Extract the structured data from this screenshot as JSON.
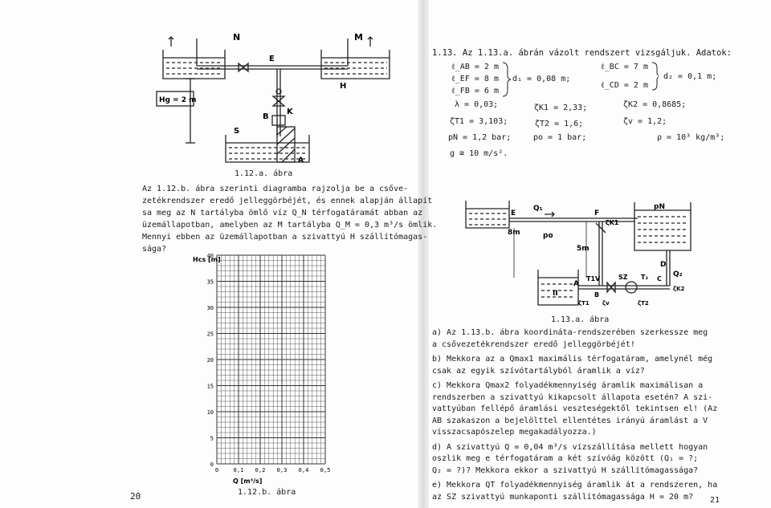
{
  "left": {
    "fig_a": {
      "labels": {
        "N": "N",
        "M": "M",
        "E": "E",
        "K": "K",
        "B": "B",
        "S": "S",
        "A": "A",
        "H": "H",
        "hg": "Hg = 2 m"
      },
      "caption": "1.12.a. ábra"
    },
    "problem": {
      "lines": [
        "Az 1.12.b. ábra szerinti diagramba rajzolja be a csőve-",
        "zetékrendszer eredő jelleggörbéjét, és ennek alapján állapít",
        "sa meg az N tartályba ömlő víz Q_N térfogatáramát abban az",
        "üzemállapotban, amelyben az M tartályba Q_M = 0,3 m³/s ömlik.",
        "Mennyi ebben az üzemállapotban a szivattyú H szállítómagas-",
        "sága?"
      ]
    },
    "chart": {
      "ylabel": "Hcs [m]",
      "xlabel": "Q [m³/s]",
      "yticks": [
        "40",
        "35",
        "30",
        "25",
        "20",
        "15",
        "10",
        "5",
        "0"
      ],
      "xticks": [
        "0",
        "0,1",
        "0,2",
        "0,3",
        "0,4",
        "0,5"
      ],
      "caption": "1.12.b. ábra"
    },
    "page_number": "20"
  },
  "right": {
    "header": "1.13.  Az 1.13.a. ábrán vázolt rendszert vizsgáljuk. Adatok:",
    "data": {
      "l_ab": "ℓ_AB = 2 m",
      "l_ef": "ℓ_EF = 8 m",
      "l_fb": "ℓ_FB = 6 m",
      "d1": "d₁ = 0,08 m;",
      "l_bc": "ℓ_BC = 7 m",
      "l_cd": "ℓ_CD = 2 m",
      "d2": "d₂ = 0,1 m;",
      "lambda": "λ = 0,03;",
      "zk1": "ζK1 = 2,33;",
      "zk2": "ζK2 = 0,8685;",
      "zt1": "ζT1 = 3,103;",
      "zt2": "ζT2 = 1,6;",
      "zv": "ζv = 1,2;",
      "pn": "pN = 1,2 bar;",
      "po": "po = 1 bar;",
      "rho": "ρ = 10³ kg/m³;",
      "g": "g ≅ 10 m/s²."
    },
    "fig": {
      "labels": {
        "E": "E",
        "Q1": "Q₁",
        "F": "F",
        "K1": "ζK1",
        "PN": "pN",
        "m8": "8m",
        "po": "po",
        "m5": "5m",
        "D": "D",
        "Q2": "Q₂",
        "A": "A",
        "T1V": "T1V",
        "II": "II",
        "SZ": "SZ",
        "T2": "T₂",
        "C": "C",
        "B": "B",
        "K2": "ζK2",
        "ZT1": "ζT1",
        "ZV": "ζv",
        "ZT2": "ζT2"
      },
      "caption": "1.13.a. ábra"
    },
    "questions": [
      [
        "a) Az 1.13.b. ábra koordináta-rendszerében szerkessze meg",
        "a csővezetékrendszer eredő jelleggörbéjét!"
      ],
      [
        "b) Mekkora az a Qmax1 maximális térfogatáram, amelynél még",
        "csak az egyik szívótartályból áramlik a víz?"
      ],
      [
        "c) Mekkora Qmax2 folyadékmennyiség áramlik maximálisan a",
        "rendszerben a szivattyú kikapcsolt állapota esetén? A szi-",
        "vattyúban fellépő áramlási veszteségektől tekintsen el! (Az",
        "AB szakaszon a bejelölttel ellentétes irányú áramlást a V",
        "visszacsapószelep megakadályozza.)"
      ],
      [
        "d) A szivattyú Q = 0,04 m³/s vízszállítása mellett hogyan",
        "oszlik meg e térfogatáram a két szívóág között (Q₁ = ?;",
        "Q₂ = ?)? Mekkora ekkor a szivattyú H szállítómagassága?"
      ],
      [
        "e) Mekkora QT folyadékmennyiség áramlik át a rendszeren, ha",
        "az SZ szivattyú munkaponti szállítómagassága H = 20 m?"
      ]
    ],
    "page_number": "21"
  }
}
